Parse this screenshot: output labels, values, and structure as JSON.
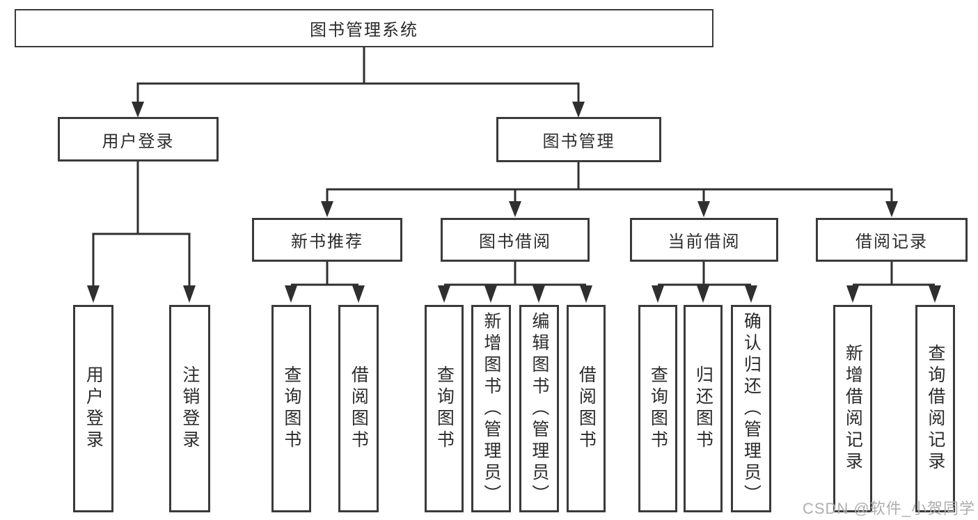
{
  "diagram": {
    "root": {
      "label": "图书管理系统"
    },
    "level2": {
      "user_login": {
        "label": "用户登录"
      },
      "book_mgmt": {
        "label": "图书管理"
      }
    },
    "level3": {
      "new_book_rec": {
        "label": "新书推荐"
      },
      "book_borrow": {
        "label": "图书借阅"
      },
      "current_borrow": {
        "label": "当前借阅"
      },
      "borrow_record": {
        "label": "借阅记录"
      }
    },
    "leaves": {
      "ul_login": {
        "label": "用户登录"
      },
      "ul_logout": {
        "label": "注销登录"
      },
      "nb_query": {
        "label": "查询图书"
      },
      "nb_borrow": {
        "label": "借阅图书"
      },
      "bb_query": {
        "label": "查询图书"
      },
      "bb_add": {
        "label": "新增图书（管理员）"
      },
      "bb_edit": {
        "label": "编辑图书（管理员）"
      },
      "bb_borrow": {
        "label": "借阅图书"
      },
      "cb_query": {
        "label": "查询图书"
      },
      "cb_return": {
        "label": "归还图书"
      },
      "cb_confirm": {
        "label": "确认归还（管理员）"
      },
      "br_add": {
        "label": "新增借阅记录"
      },
      "br_query": {
        "label": "查询借阅记录"
      }
    },
    "watermark": "CSDN @软件_小贺同学",
    "colors": {
      "line": "#2f2f2f",
      "border": "#3a3a3a",
      "text": "#2b2b2b",
      "watermark": "#aeaeae"
    }
  }
}
